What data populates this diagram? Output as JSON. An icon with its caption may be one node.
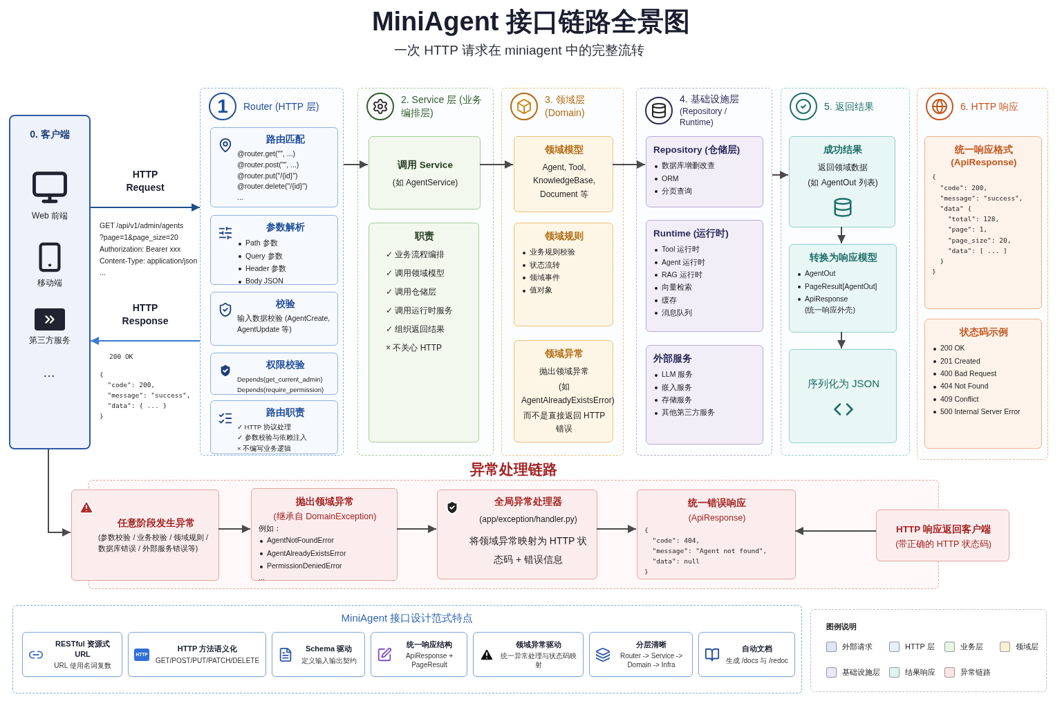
{
  "diagram": {
    "title": "MiniAgent 接口链路全景图",
    "nodes": [
      {
        "text": [
          "0. 客户端",
          "Web 前端",
          "移动端",
          "第三方服务",
          "…"
        ]
      },
      {
        "text": [
          "1",
          "Router (HTTP 层)"
        ]
      },
      {
        "text": [
          "路由匹配",
          "@router.get(\"\", ...)",
          "@router.post(\"\", ...)",
          "@router.put(\"/{id}\")",
          "@router.delete(\"/{id}\")",
          "..."
        ],
        "in": 1
      },
      {
        "text": [
          "参数解析",
          "Path 参数",
          "Query 参数",
          "Header 参数",
          "Body JSON"
        ],
        "in": 1
      },
      {
        "text": [
          "校验",
          "输入数据校验 (AgentCreate, AgentUpdate 等)"
        ],
        "in": 1
      },
      {
        "text": [
          "权限校验",
          "Depends(get_current_admin)",
          "Depends(require_permission)"
        ],
        "in": 1
      },
      {
        "text": [
          "路由职责",
          "✓ HTTP 协议处理",
          "✓ 参数校验与依赖注入",
          "× 不编写业务逻辑"
        ],
        "in": 1
      },
      {
        "text": [
          "2. Service 层 (业务编排层)"
        ]
      },
      {
        "text": [
          "调用 Service",
          "(如 AgentService)"
        ],
        "in": 7
      },
      {
        "text": [
          "职责",
          "✓ 业务流程编排",
          "✓ 调用领域模型",
          "✓ 调用仓储层",
          "✓ 调用运行时服务",
          "✓ 组织返回结果",
          "× 不关心 HTTP"
        ],
        "in": 7
      },
      {
        "text": [
          "3. 领域层 (Domain)"
        ]
      },
      {
        "text": [
          "领域模型",
          "Agent, Tool, KnowledgeBase, Document 等"
        ],
        "in": 10
      },
      {
        "text": [
          "领域规则",
          "业务规则校验",
          "状态流转",
          "领域事件",
          "值对象"
        ],
        "in": 10
      },
      {
        "text": [
          "领域异常",
          "抛出领域异常",
          "(如 AgentAlreadyExistsError)",
          "而不是直接返回 HTTP 错误"
        ],
        "in": 10
      },
      {
        "text": [
          "4. 基础设施层",
          "(Repository / Runtime)"
        ]
      },
      {
        "text": [
          "Repository (仓储层)",
          "数据库增删改查",
          "ORM",
          "分页查询"
        ],
        "in": 14
      },
      {
        "text": [
          "Runtime (运行时)",
          "Tool 运行时",
          "Agent 运行时",
          "RAG 运行时",
          "向量检索",
          "缓存",
          "消息队列"
        ],
        "in": 14
      },
      {
        "text": [
          "外部服务",
          "LLM 服务",
          "嵌入服务",
          "存储服务",
          "其他第三方服务"
        ],
        "in": 14
      },
      {
        "text": [
          "5. 返回结果"
        ]
      },
      {
        "text": [
          "成功结果",
          "返回领域数据",
          "(如 AgentOut 列表)"
        ],
        "in": 18
      },
      {
        "text": [
          "转换为响应模型",
          "AgentOut",
          "PageResult[AgentOut]",
          "ApiResponse",
          "(统一响应外壳)"
        ],
        "in": 18
      },
      {
        "text": [
          "序列化为 JSON"
        ],
        "in": 18
      },
      {
        "text": [
          "6. HTTP 响应"
        ]
      },
      {
        "text": [
          "统一响应格式 (ApiResponse)",
          "{",
          "  \"code\": 200,",
          "  \"message\": \"success\",",
          "  \"data\" {",
          "    \"total\": 128,",
          "    \"page\": 1,",
          "    \"page_size\": 20,",
          "    \"data\": [ ... ]",
          "  }",
          "}"
        ],
        "in": 22
      },
      {
        "text": [
          "状态码示例",
          "200 OK",
          "201 Created",
          "400 Bad Request",
          "404 Not Found",
          "409 Conflict",
          "500 Internal Server Error"
        ],
        "in": 22
      },
      {
        "text": [
          "异常处理链路"
        ]
      },
      {
        "text": [
          "任意阶段发生异常",
          "(参数校验 / 业务校验 / 领域规则 / 数据库错误 / 外部服务错误等)"
        ],
        "in": 25
      },
      {
        "text": [
          "抛出领域异常",
          "(继承自 DomainException)",
          "例如：",
          "AgentNotFoundError",
          "AgentAlreadyExistsError",
          "PermissionDeniedError",
          "..."
        ],
        "in": 25
      },
      {
        "text": [
          "全局异常处理器",
          "(app/exception/handler.py)",
          "将领域异常映射为 HTTP 状态码 + 错误信息"
        ],
        "in": 25
      },
      {
        "text": [
          "统一错误响应",
          "(ApiResponse)",
          "{",
          "  \"code\": 404,",
          "  \"message\": \"Agent not found\",",
          "  \"data\": null",
          "}"
        ],
        "in": 25
      },
      {
        "text": [
          "HTTP 响应返回客户端",
          "(带正确的 HTTP 状态码)"
        ]
      },
      {
        "text": [
          "MiniAgent 接口设计范式特点"
        ]
      },
      {
        "text": [
          "RESTful 资源式 URL",
          "URL 使用名词复数"
        ],
        "in": 31
      },
      {
        "text": [
          "HTTP",
          "HTTP 方法语义化",
          "GET/POST/PUT/PATCH/DELETE"
        ],
        "in": 31
      },
      {
        "text": [
          "Schema 驱动",
          "定义输入输出契约"
        ],
        "in": 31
      },
      {
        "text": [
          "统一响应结构",
          "ApiResponse + PageResult"
        ],
        "in": 31
      },
      {
        "text": [
          "领域异常驱动",
          "统一异常处理与状态码映射"
        ],
        "in": 31
      },
      {
        "text": [
          "分层清晰",
          "Router -> Service -> Domain -> Infra"
        ],
        "in": 31
      },
      {
        "text": [
          "自动文档",
          "生成 /docs 与 /redoc"
        ],
        "in": 31
      }
    ],
    "edges": [
      {
        "from": 0,
        "to": 1,
        "arrow": "to",
        "label": "HTTP Request",
        "color": "#1f4e8c"
      },
      {
        "from": 1,
        "to": 0,
        "arrow": "to",
        "label": "HTTP Response",
        "color": "#3a7bd5"
      },
      {
        "from": 1,
        "to": 8,
        "arrow": "to"
      },
      {
        "from": 8,
        "to": 11,
        "arrow": "to"
      },
      {
        "from": 11,
        "to": 15,
        "arrow": "to"
      },
      {
        "from": 14,
        "to": 19,
        "arrow": "to"
      },
      {
        "from": 19,
        "to": 20,
        "arrow": "to"
      },
      {
        "from": 20,
        "to": 21,
        "arrow": "to"
      },
      {
        "from": 0,
        "to": 26,
        "arrow": "to"
      },
      {
        "from": 26,
        "to": 27,
        "arrow": "to"
      },
      {
        "from": 27,
        "to": 28,
        "arrow": "to"
      },
      {
        "from": 28,
        "to": 29,
        "arrow": "to"
      },
      {
        "from": 30,
        "to": 29,
        "arrow": "to"
      }
    ],
    "labels": [
      "一次 HTTP 请求在 miniagent 中的完整流转",
      "GET /api/v1/admin/agents",
      "?page=1&page_size=20",
      "Authorization: Bearer xxx",
      "Content-Type: application/json",
      "...",
      "200 OK",
      "{",
      "  \"code\": 200,",
      "  \"message\": \"success\",",
      "  \"data\": { ... }",
      "}",
      "图例说明"
    ],
    "legend": [
      {
        "text": "外部请求",
        "color": "#dfe6f3"
      },
      {
        "text": "HTTP 层",
        "color": "#e6f0fb"
      },
      {
        "text": "业务层",
        "color": "#e9f4e3"
      },
      {
        "text": "领域层",
        "color": "#fcefd2"
      },
      {
        "text": "基础设施层",
        "color": "#ece8f6"
      },
      {
        "text": "结果响应",
        "color": "#e0f4f2"
      },
      {
        "text": "异常链路",
        "color": "#fbe4e4"
      }
    ]
  }
}
